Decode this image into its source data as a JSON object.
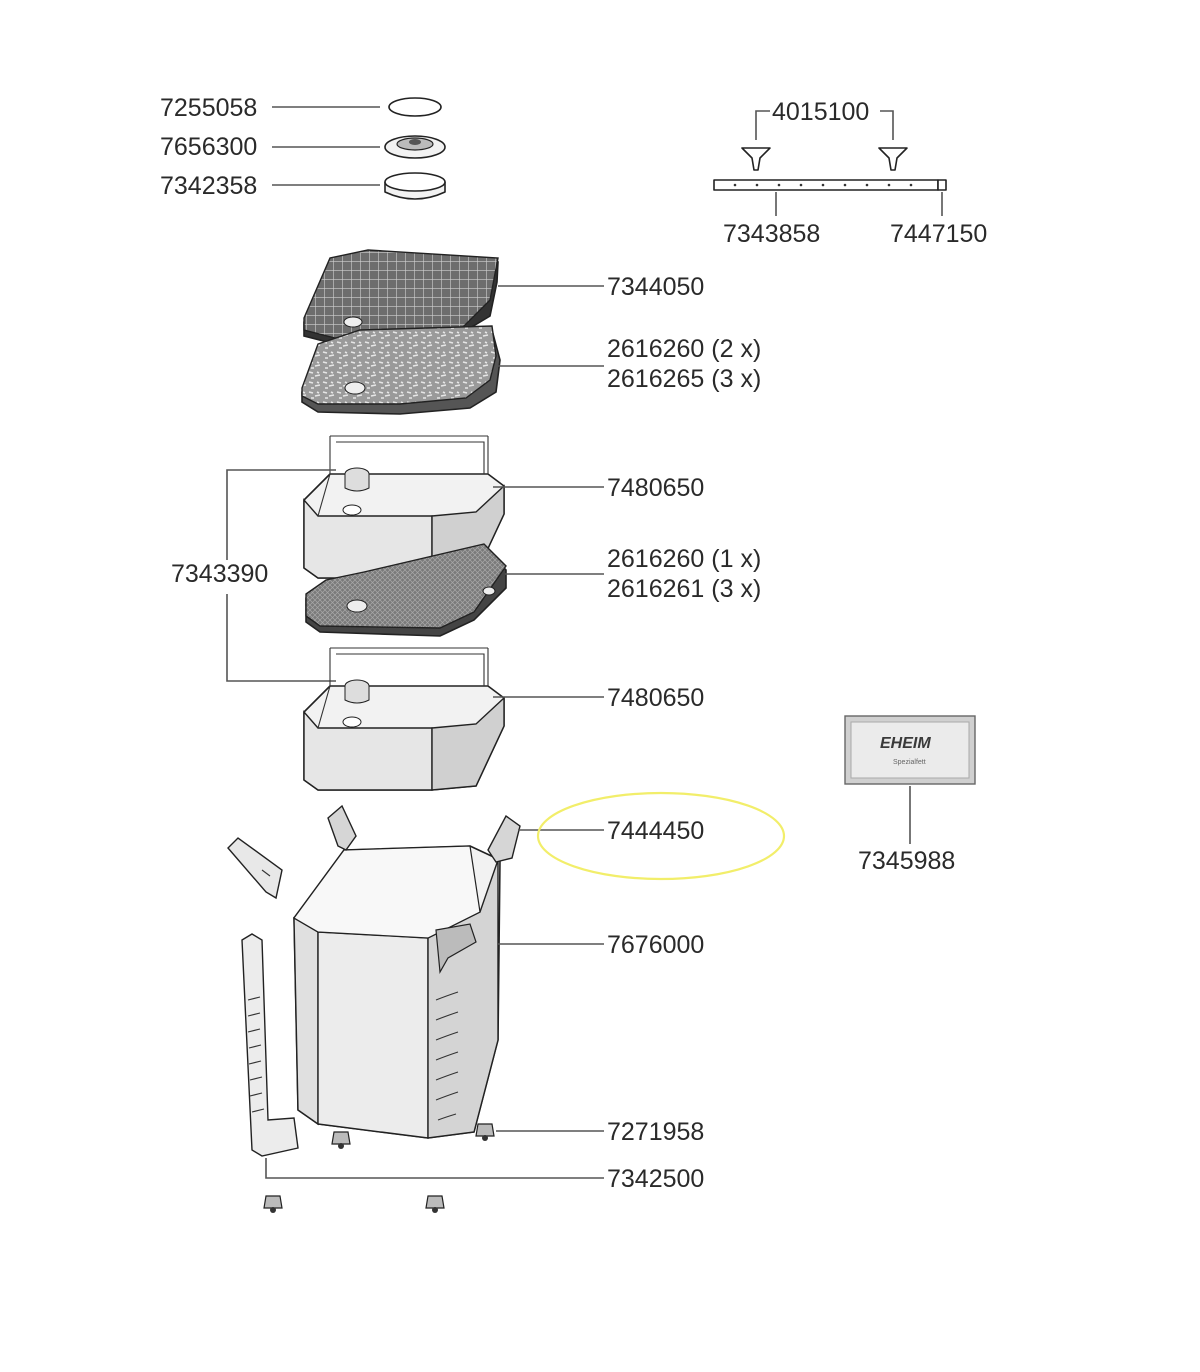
{
  "labels": {
    "gasket_ring": "7255058",
    "valve_disc": "7656300",
    "retaining_ring": "7342358",
    "suction_cups": "4015100",
    "spray_bar": "7343858",
    "end_cap": "7447150",
    "filter_pad_fine": "7344050",
    "filter_pad_a_2x": "2616260 (2 x)",
    "filter_pad_b_3x": "2616265 (3 x)",
    "basket_set": "7343390",
    "basket_upper": "7480650",
    "sponge_1x": "2616260 (1 x)",
    "sponge_3x": "2616261 (3 x)",
    "basket_lower": "7480650",
    "clip": "7444450",
    "canister": "7676000",
    "foot": "7271958",
    "feet_set": "7342500",
    "lubricant": "7345988"
  },
  "lubricant_packet": {
    "brand": "EHEIM",
    "sub": "Spezialfett"
  },
  "colors": {
    "highlight": "#f2ee6a",
    "line": "#555555"
  }
}
